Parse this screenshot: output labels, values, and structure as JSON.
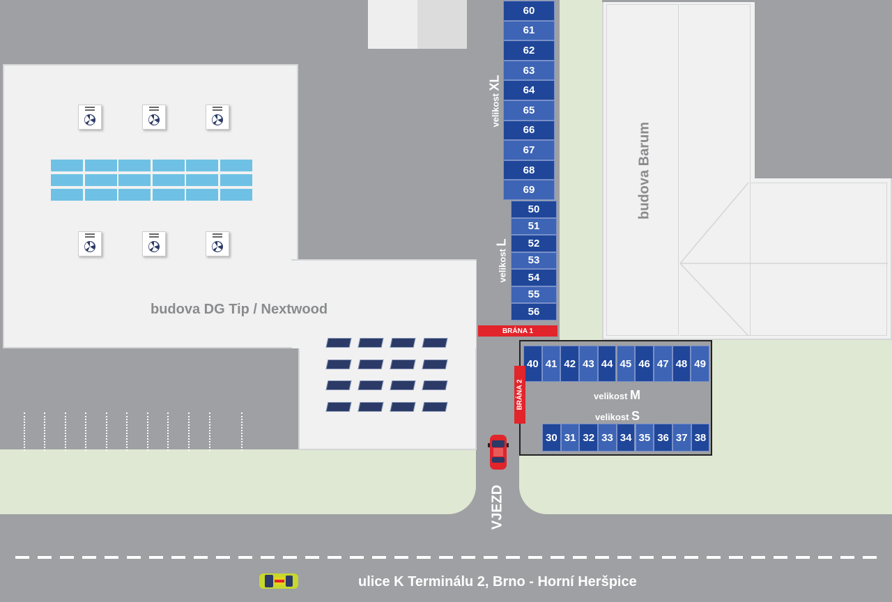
{
  "labels": {
    "building_dg": "budova DG Tip / Nextwood",
    "building_barum": "budova Barum",
    "gate1": "BRÁNA 1",
    "gate2": "BRÁNA 2",
    "entrance": "VJEZD",
    "street": "ulice K Terminálu 2, Brno - Horní Heršpice"
  },
  "size_labels": {
    "xl": {
      "word": "velikost",
      "size": "XL"
    },
    "l": {
      "word": "velikost",
      "size": "L"
    },
    "m": {
      "word": "velikost",
      "size": "M"
    },
    "s": {
      "word": "velikost",
      "size": "S"
    }
  },
  "spots": {
    "xl": [
      "60",
      "61",
      "62",
      "63",
      "64",
      "65",
      "66",
      "67",
      "68",
      "69"
    ],
    "l": [
      "50",
      "51",
      "52",
      "53",
      "54",
      "55",
      "56"
    ],
    "m": [
      "40",
      "41",
      "42",
      "43",
      "44",
      "45",
      "46",
      "47",
      "48",
      "49"
    ],
    "s": [
      "30",
      "31",
      "32",
      "33",
      "34",
      "35",
      "36",
      "37",
      "38"
    ]
  },
  "colors": {
    "spot_dark": "#1f4699",
    "spot_light": "#3d64b5",
    "gate": "#e2242b",
    "road": "#9ea0a3",
    "grass": "#dfe8d2",
    "building": "#f1f1f1"
  },
  "icons": {
    "hvac": "hvac-unit-icon",
    "solar": "solar-panel-icon",
    "car_red": "red-car-icon",
    "car_taxi": "taxi-car-icon"
  }
}
